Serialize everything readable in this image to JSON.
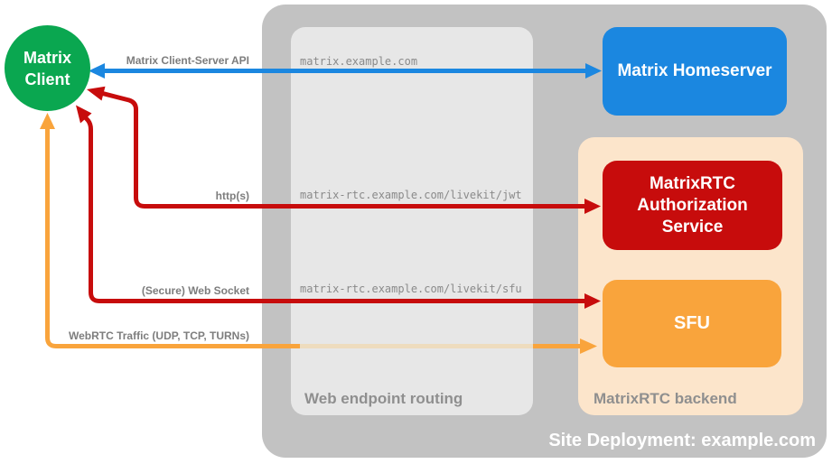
{
  "colors": {
    "background": "#ffffff",
    "green": "#0aa750",
    "blue": "#1b87e0",
    "red": "#c70c0c",
    "orange": "#f9a43c",
    "orange_faded": "#eedcbe",
    "peach": "#fce5cb",
    "site_gray": "#c2c2c2",
    "routing_gray": "#e7e7e7",
    "container_label_gray": "#8f8f8f",
    "conn_label_gray": "#7d7d7d",
    "url_gray": "#8a8a8a",
    "node_text_white": "#ffffff"
  },
  "containers": {
    "site_deployment": {
      "label": "Site Deployment: example.com"
    },
    "web_endpoint_routing": {
      "label": "Web endpoint routing"
    },
    "matrixrtc_backend": {
      "label": "MatrixRTC backend"
    }
  },
  "nodes": {
    "matrix_client": {
      "label": "Matrix\nClient"
    },
    "matrix_homeserver": {
      "label": "Matrix Homeserver"
    },
    "matrixrtc_authorization_service": {
      "label": "MatrixRTC\nAuthorization\nService"
    },
    "sfu": {
      "label": "SFU"
    }
  },
  "routes": {
    "homeserver_url": "matrix.example.com",
    "livekit_jwt_url": "matrix-rtc.example.com/livekit/jwt",
    "livekit_sfu_url": "matrix-rtc.example.com/livekit/sfu"
  },
  "connections": {
    "client_server_api": {
      "label": "Matrix Client-Server API",
      "color": "blue",
      "from": "Matrix Client",
      "to": "Matrix Homeserver",
      "bidirectional": true
    },
    "https": {
      "label": "http(s)",
      "color": "red",
      "from": "Matrix Client",
      "to": "MatrixRTC Authorization Service",
      "bidirectional": true
    },
    "secure_web_socket": {
      "label": "(Secure) Web Socket",
      "color": "red",
      "from": "Matrix Client",
      "to": "SFU",
      "bidirectional": true
    },
    "webrtc_traffic": {
      "label": "WebRTC Traffic (UDP, TCP, TURNs)",
      "color": "orange",
      "from": "Matrix Client",
      "to": "SFU",
      "bidirectional": true
    }
  }
}
